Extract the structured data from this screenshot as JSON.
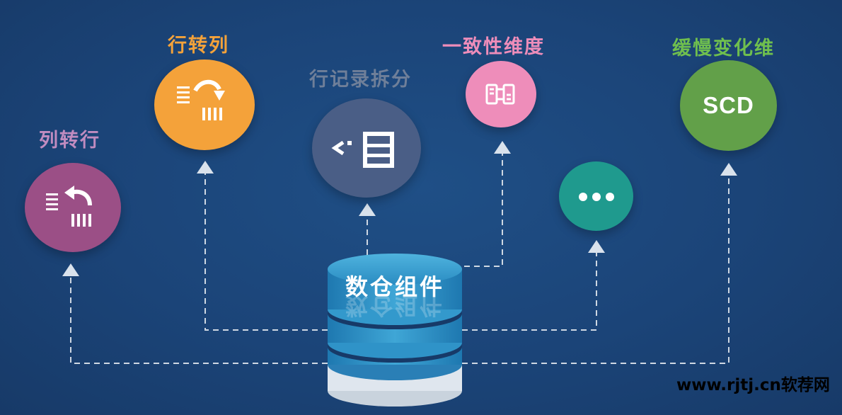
{
  "center": {
    "label": "数仓组件"
  },
  "nodes": {
    "col_to_row": {
      "label": "列转行",
      "color": "#9b4f86",
      "label_color": "#c08cc0",
      "icon": "undo-arrow-list-icon"
    },
    "row_to_col": {
      "label": "行转列",
      "color": "#f4a23a",
      "label_color": "#f4a23a",
      "icon": "redo-arrow-list-icon"
    },
    "row_split": {
      "label": "行记录拆分",
      "color": "#4a5e86",
      "label_color": "#6f7f99",
      "icon": "split-list-icon"
    },
    "conformed_dim": {
      "label": "一致性维度",
      "color": "#ee8dba",
      "label_color": "#ee8dba",
      "icon": "linked-docs-icon"
    },
    "more": {
      "label": "",
      "color": "#1f9a8e",
      "icon": "ellipsis-icon"
    },
    "scd": {
      "label": "缓慢变化维",
      "color": "#62a049",
      "label_color": "#6fbf4e",
      "text": "SCD"
    }
  },
  "watermark": "www.rjtj.cn软荐网"
}
